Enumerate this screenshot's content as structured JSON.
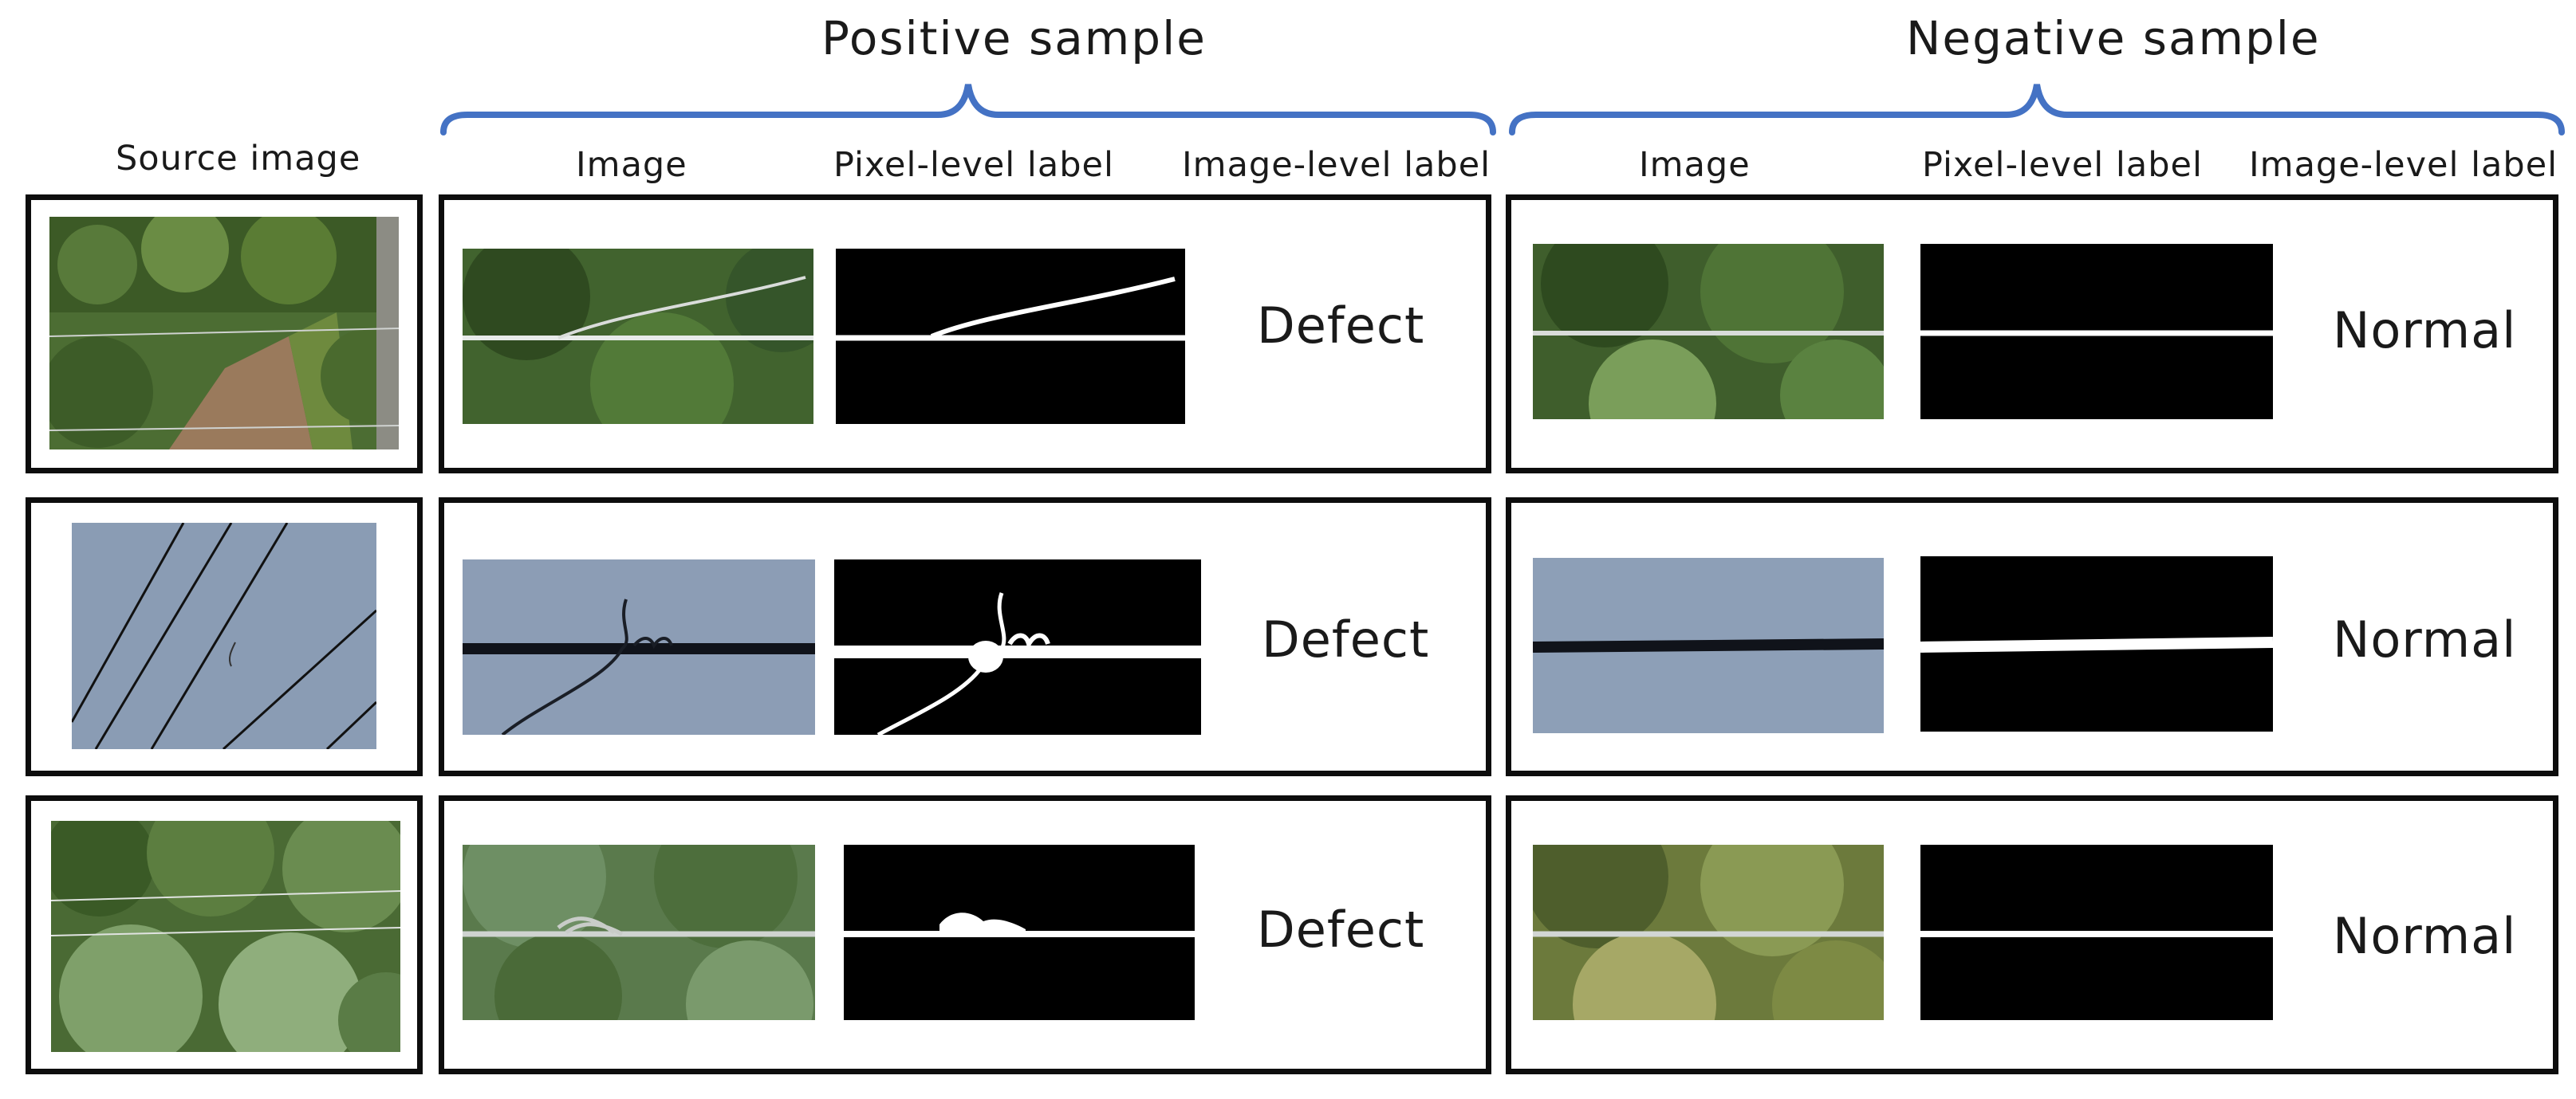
{
  "headers": {
    "positive": "Positive sample",
    "negative": "Negative sample",
    "source": "Source image",
    "pos_image": "Image",
    "pos_pixel": "Pixel-level label",
    "pos_image_level": "Image-level label",
    "neg_image": "Image",
    "neg_pixel": "Pixel-level label",
    "neg_image_level": "Image-level label"
  },
  "rows": [
    {
      "positive_label": "Defect",
      "negative_label": "Normal"
    },
    {
      "positive_label": "Defect",
      "negative_label": "Normal"
    },
    {
      "positive_label": "Defect",
      "negative_label": "Normal"
    }
  ],
  "colors": {
    "brace": "#4472c4",
    "frame": "#0d0d0d",
    "sky": "#8a9cb4",
    "foliage": "#3f5e2c"
  }
}
